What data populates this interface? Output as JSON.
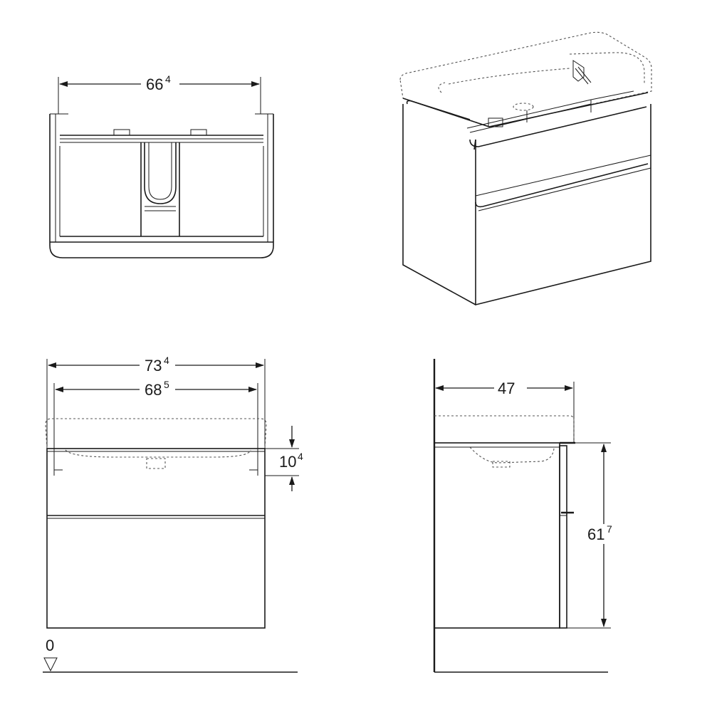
{
  "dimensions": {
    "top_width": {
      "main": "66",
      "sup": "4"
    },
    "front_overall_width": {
      "main": "73",
      "sup": "4"
    },
    "front_inner_width": {
      "main": "68",
      "sup": "5"
    },
    "front_height_offset": {
      "main": "10",
      "sup": "4"
    },
    "side_depth": {
      "main": "47",
      "sup": ""
    },
    "side_height": {
      "main": "61",
      "sup": "7"
    }
  },
  "floor_label": "0"
}
